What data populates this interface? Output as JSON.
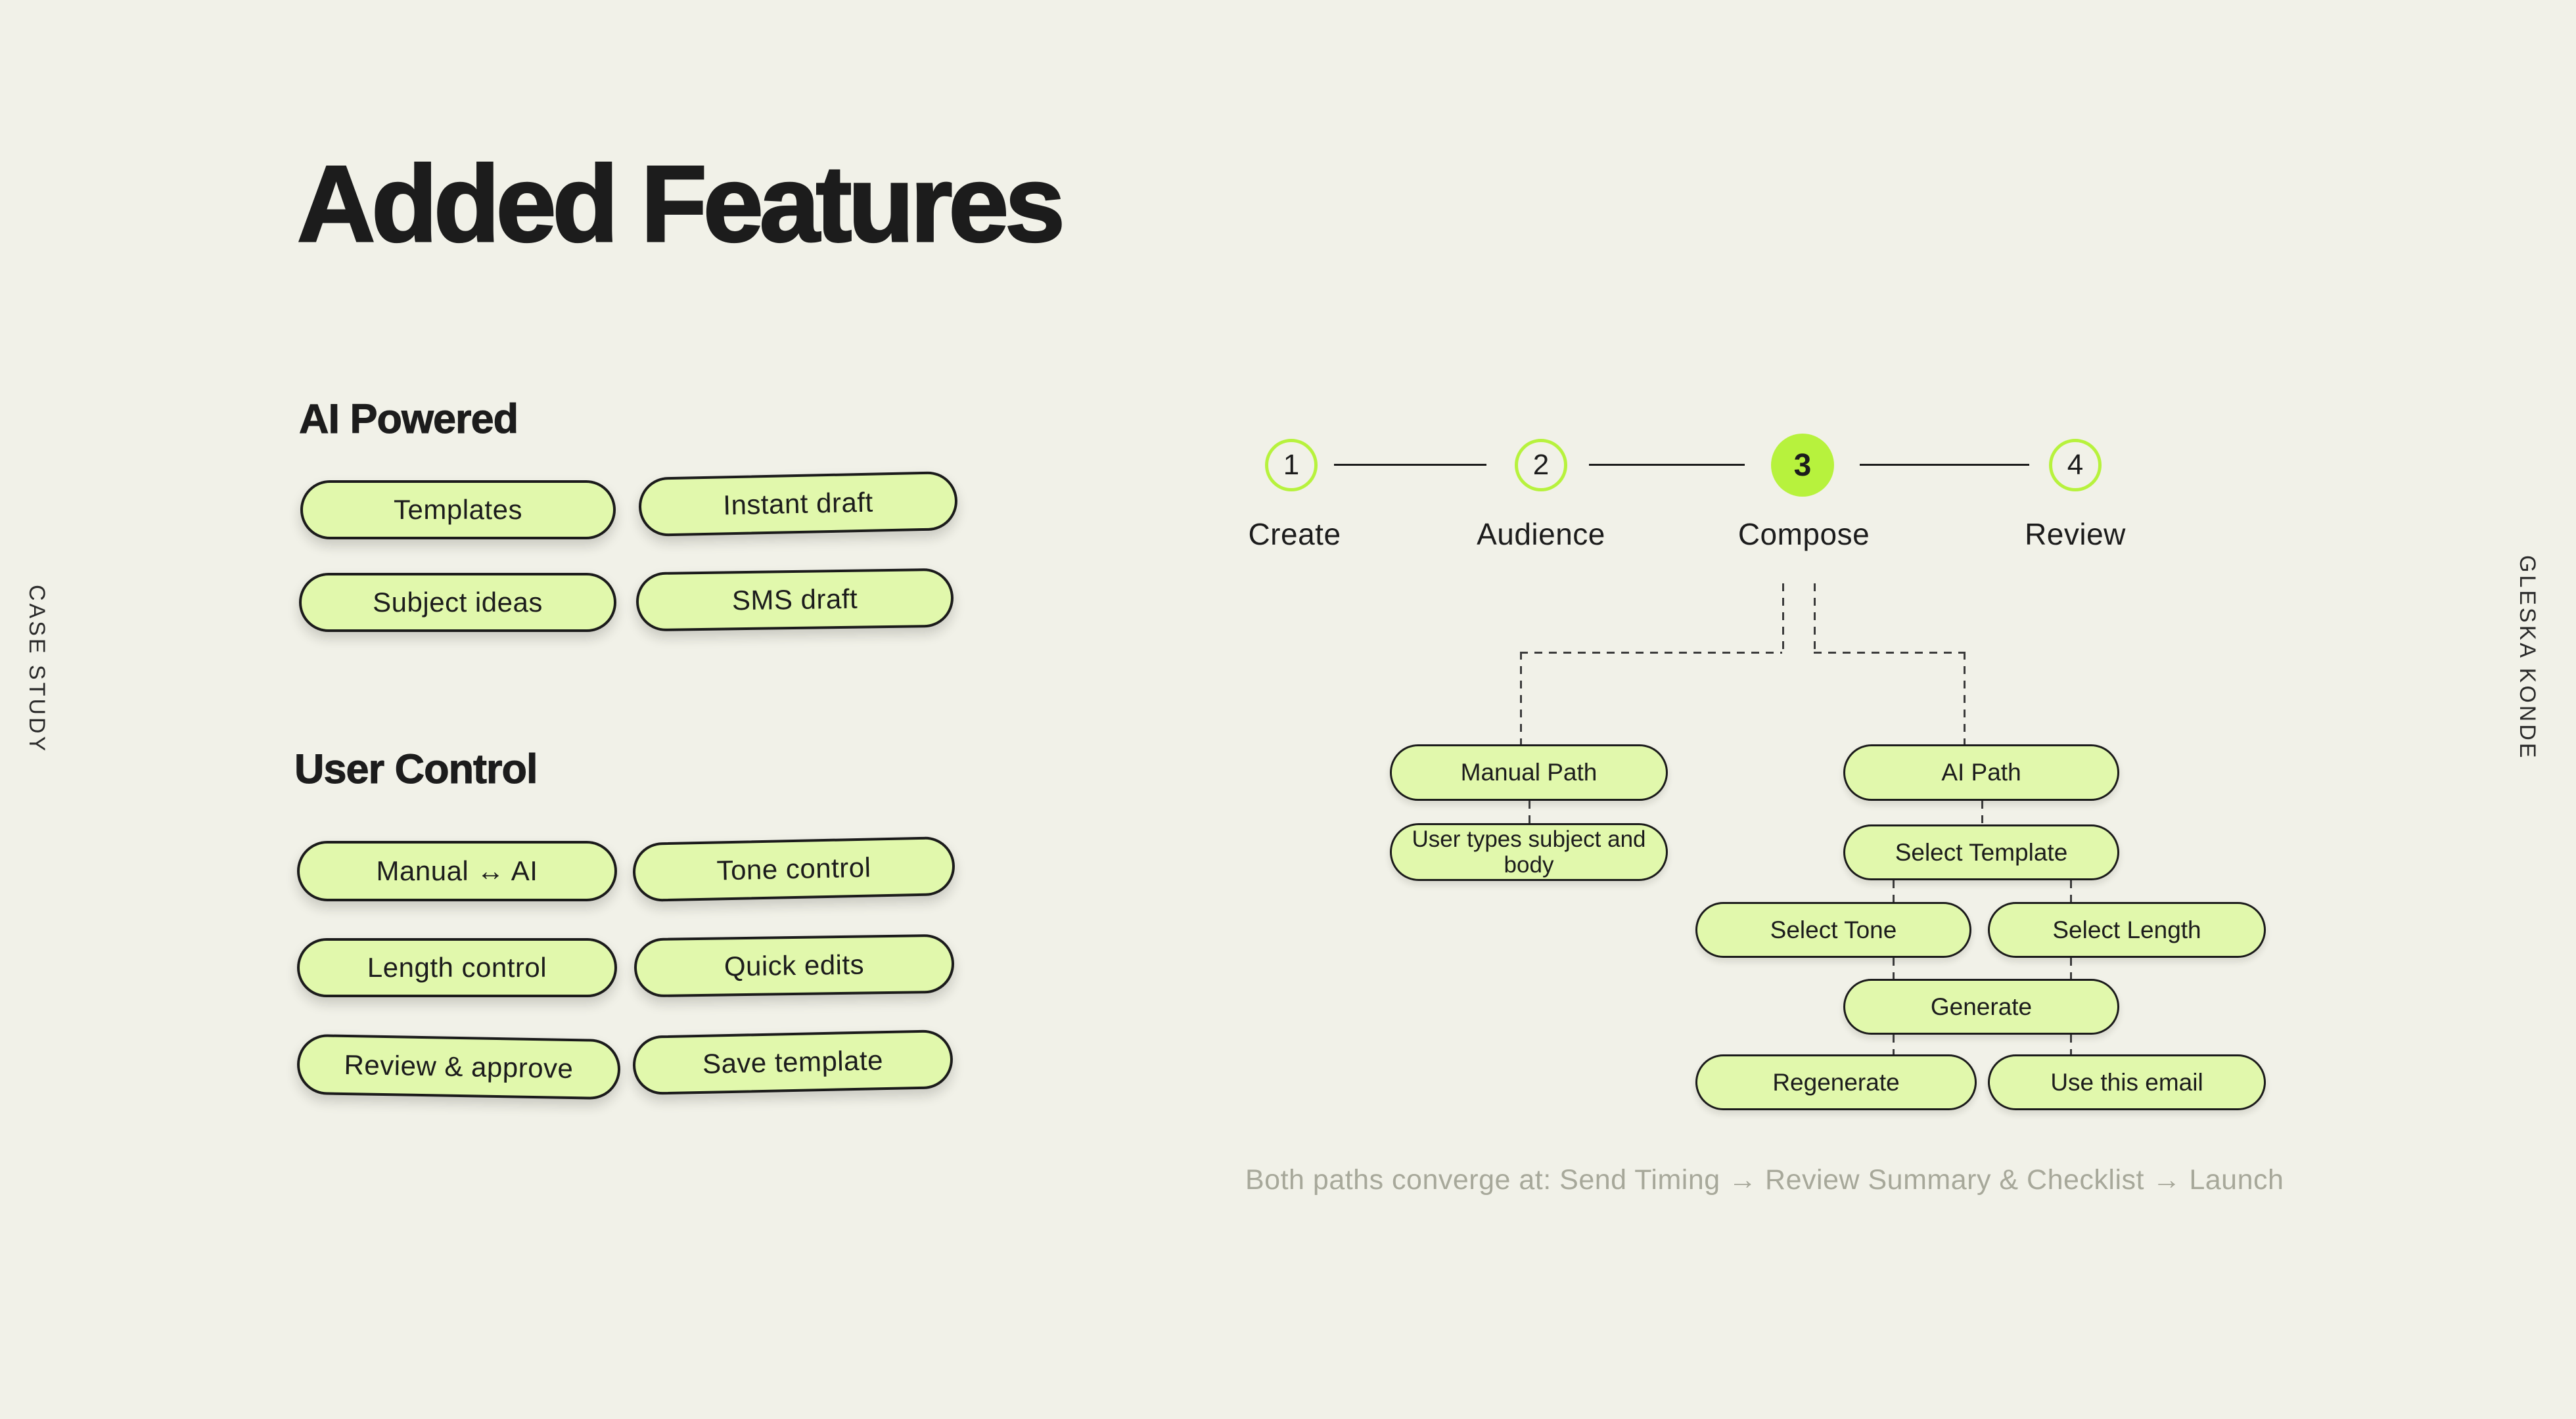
{
  "page": {
    "title": "Added Features",
    "left_label": "CASE STUDY",
    "right_label": "GLESKA KONDE",
    "footnote": "Both paths converge at: Send Timing → Review Summary & Checklist → Launch"
  },
  "sections": {
    "ai_powered": {
      "heading": "AI Powered",
      "pills": [
        "Templates",
        "Instant draft",
        "Subject ideas",
        "SMS draft"
      ]
    },
    "user_control": {
      "heading": "User Control",
      "pills": [
        "Manual ↔ AI",
        "Tone control",
        "Length control",
        "Quick edits",
        "Review & approve",
        "Save template"
      ]
    }
  },
  "stepper": {
    "steps": [
      {
        "number": "1",
        "label": "Create",
        "active": false
      },
      {
        "number": "2",
        "label": "Audience",
        "active": false
      },
      {
        "number": "3",
        "label": "Compose",
        "active": true
      },
      {
        "number": "4",
        "label": "Review",
        "active": false
      }
    ]
  },
  "flow": {
    "manual_path": "Manual Path",
    "manual_step": "User types subject and body",
    "ai_path": "AI Path",
    "select_template": "Select Template",
    "select_tone": "Select Tone",
    "select_length": "Select Length",
    "generate": "Generate",
    "regenerate": "Regenerate",
    "use_email": "Use this email"
  },
  "colors": {
    "background": "#f1f1e8",
    "pill_fill": "#e1f8ac",
    "pill_border": "#1b1b1b",
    "accent": "#b7f23d",
    "text_dark": "#1c1c1c",
    "muted": "#a7a89a",
    "dash": "#3b3b3b"
  }
}
